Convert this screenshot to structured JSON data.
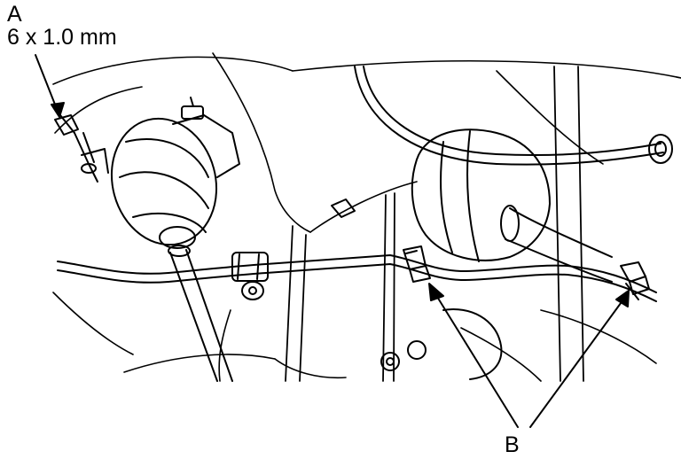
{
  "callouts": {
    "a": {
      "letter": "A",
      "spec": "6 x 1.0 mm"
    },
    "b": {
      "letter": "B"
    }
  },
  "colors": {
    "line": "#000000",
    "background": "#ffffff"
  }
}
